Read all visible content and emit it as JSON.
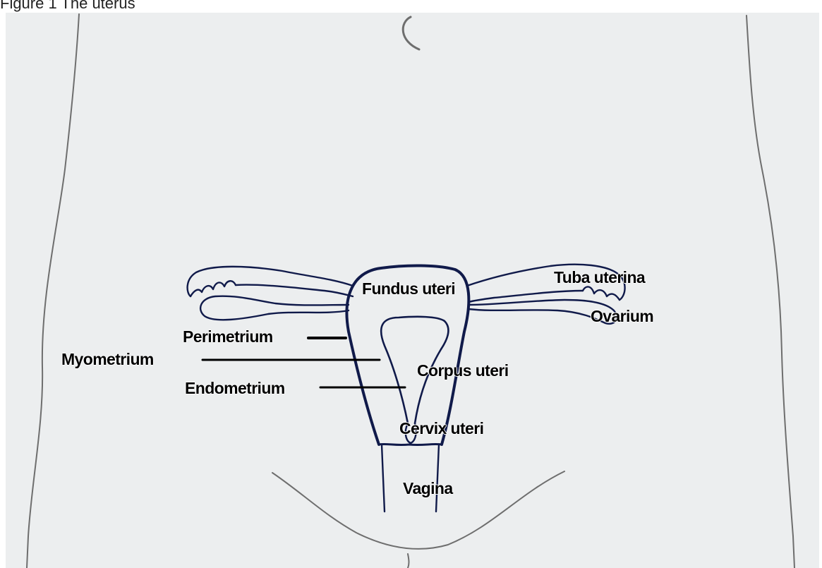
{
  "caption": "Figure 1 The uterus",
  "labels": {
    "fundus": "Fundus uteri",
    "tuba": "Tuba uterina",
    "ovarium": "Ovarium",
    "perimetrium": "Perimetrium",
    "myometrium": "Myometrium",
    "endometrium": "Endometrium",
    "corpus": "Corpus uteri",
    "cervix": "Cervix uteri",
    "vagina": "Vagina"
  },
  "colors": {
    "paper": "#eceeef",
    "ink": "#101a4a",
    "pencil": "#6e6e6e",
    "label": "#000000"
  }
}
